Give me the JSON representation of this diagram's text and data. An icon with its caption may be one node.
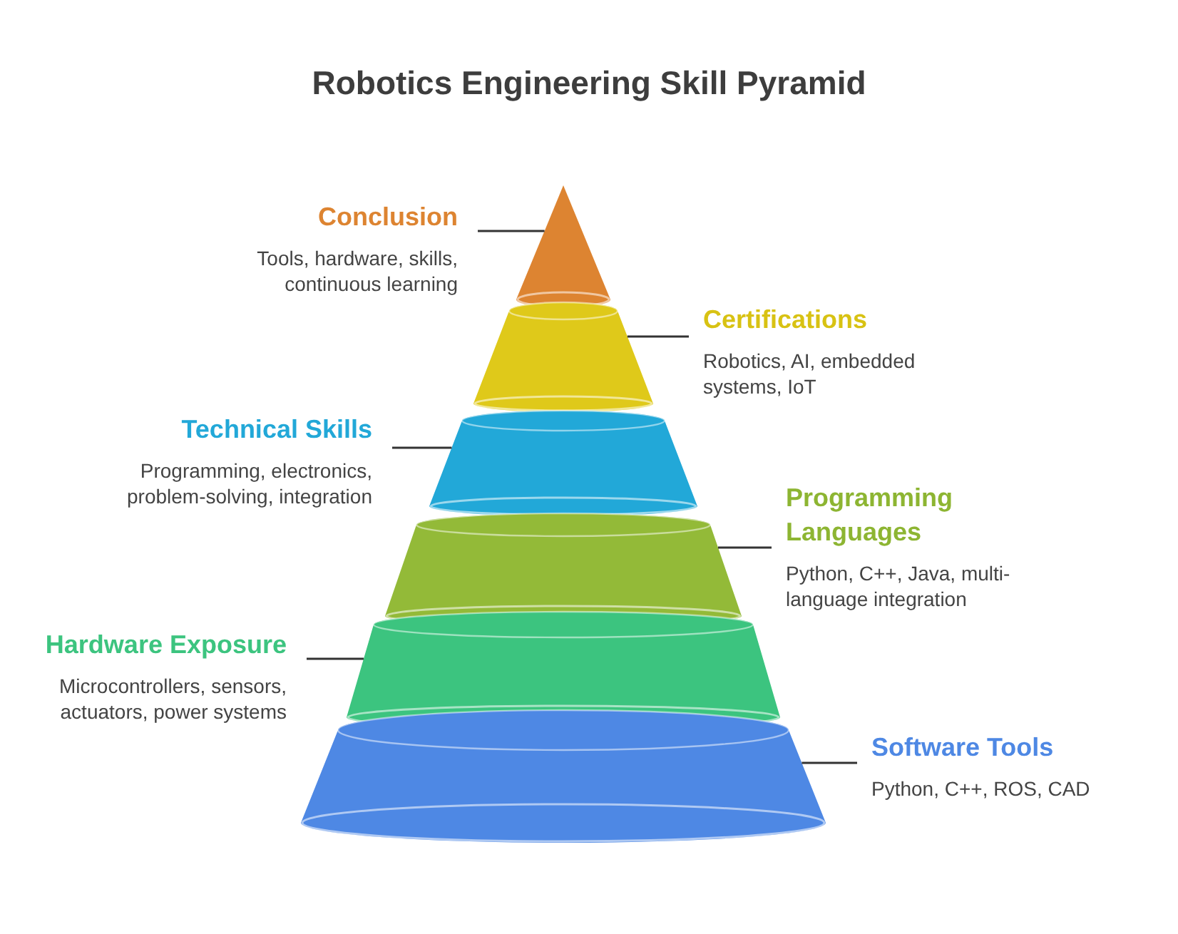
{
  "diagram": {
    "title": "Robotics Engineering Skill Pyramid",
    "nodes": [
      {
        "text": [
          "Conclusion",
          "Tools, hardware, skills, continuous learning"
        ]
      },
      {
        "text": [],
        "shape": "cone"
      },
      {
        "text": [
          "Certifications",
          "Robotics, AI, embedded systems, IoT"
        ]
      },
      {
        "text": [],
        "shape": "frustum"
      },
      {
        "text": [
          "Technical Skills",
          "Programming, electronics, problem-solving, integration"
        ]
      },
      {
        "text": [],
        "shape": "frustum"
      },
      {
        "text": [
          "Programming Languages",
          "Python, C++, Java, multi-language integration"
        ]
      },
      {
        "text": [],
        "shape": "frustum"
      },
      {
        "text": [
          "Hardware Exposure",
          "Microcontrollers, sensors, actuators, power systems"
        ]
      },
      {
        "text": [],
        "shape": "frustum"
      },
      {
        "text": [
          "Software Tools",
          "Python, C++, ROS, CAD"
        ]
      },
      {
        "text": [],
        "shape": "frustum"
      }
    ],
    "edges": [
      {
        "from": 0,
        "to": 1,
        "arrow": "none"
      },
      {
        "from": 2,
        "to": 3,
        "arrow": "none"
      },
      {
        "from": 4,
        "to": 5,
        "arrow": "none"
      },
      {
        "from": 6,
        "to": 7,
        "arrow": "none"
      },
      {
        "from": 8,
        "to": 9,
        "arrow": "none"
      },
      {
        "from": 10,
        "to": 11,
        "arrow": "none"
      }
    ]
  }
}
